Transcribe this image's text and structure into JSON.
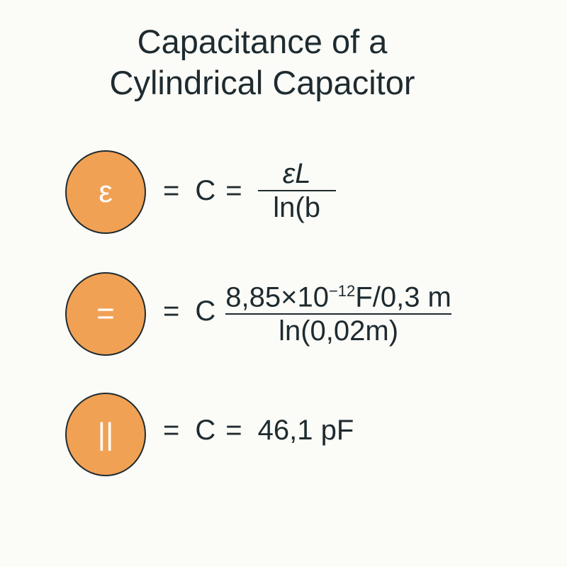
{
  "title": [
    "Capacitance of a",
    "Cylindrical Capacitor"
  ],
  "colors": {
    "circle_fill": "#f1a154",
    "text": "#1e2b30",
    "background": "#fbfbf7"
  },
  "rows": [
    {
      "badge": "ε",
      "eq1": "=",
      "lhs": "C",
      "eq2": "=",
      "numerator": "εL",
      "denominator": "ln(b"
    },
    {
      "badge": "=",
      "eq1": "=",
      "lhs": "C",
      "numerator_base": "8,85×10",
      "numerator_exp": "−12",
      "numerator_rest": "F/0,3 m",
      "denominator": "ln(0,02m)"
    },
    {
      "badge": "||",
      "eq1": "=",
      "lhs": "C",
      "eq2": "=",
      "result": "46,1 pF"
    }
  ]
}
